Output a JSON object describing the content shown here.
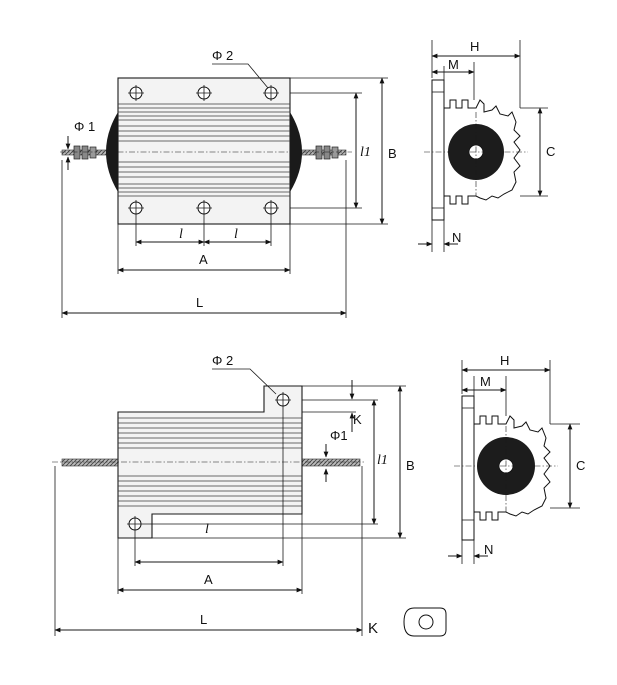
{
  "top_drawing": {
    "phi2": "Φ 2",
    "phi1": "Φ 1",
    "l_left": "l",
    "l_right": "l",
    "A": "A",
    "L": "L",
    "l1": "l1",
    "B": "B"
  },
  "top_side": {
    "H": "H",
    "M": "M",
    "C": "C",
    "N": "N"
  },
  "bottom_drawing": {
    "phi2": "Φ 2",
    "phi1": "Φ1",
    "K_dim": "K",
    "l": "l",
    "A": "A",
    "L": "L",
    "l1": "l1",
    "B": "B",
    "K_view": "K"
  },
  "bottom_side": {
    "H": "H",
    "M": "M",
    "C": "C",
    "N": "N"
  }
}
